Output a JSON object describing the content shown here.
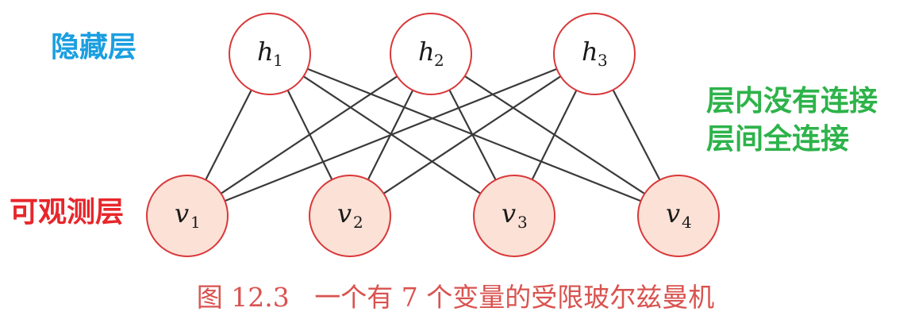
{
  "labels": {
    "hidden_layer": "隐藏层",
    "visible_layer": "可观测层",
    "note_line1": "层内没有连接",
    "note_line2": "层间全连接"
  },
  "caption": "图 12.3   一个有 7 个变量的受限玻尔兹曼机",
  "nodes": {
    "hidden": [
      {
        "symbol": "h",
        "sub": "1"
      },
      {
        "symbol": "h",
        "sub": "2"
      },
      {
        "symbol": "h",
        "sub": "3"
      }
    ],
    "visible": [
      {
        "symbol": "v",
        "sub": "1"
      },
      {
        "symbol": "v",
        "sub": "2"
      },
      {
        "symbol": "v",
        "sub": "3"
      },
      {
        "symbol": "v",
        "sub": "4"
      }
    ]
  },
  "colors": {
    "hidden_label": "#1a9fe0",
    "visible_label": "#e8262b",
    "note": "#2db34a",
    "caption": "#d9534f",
    "node_stroke": "#d9383a",
    "visible_fill": "#fbe1d6",
    "edge": "#3a3a3a"
  }
}
